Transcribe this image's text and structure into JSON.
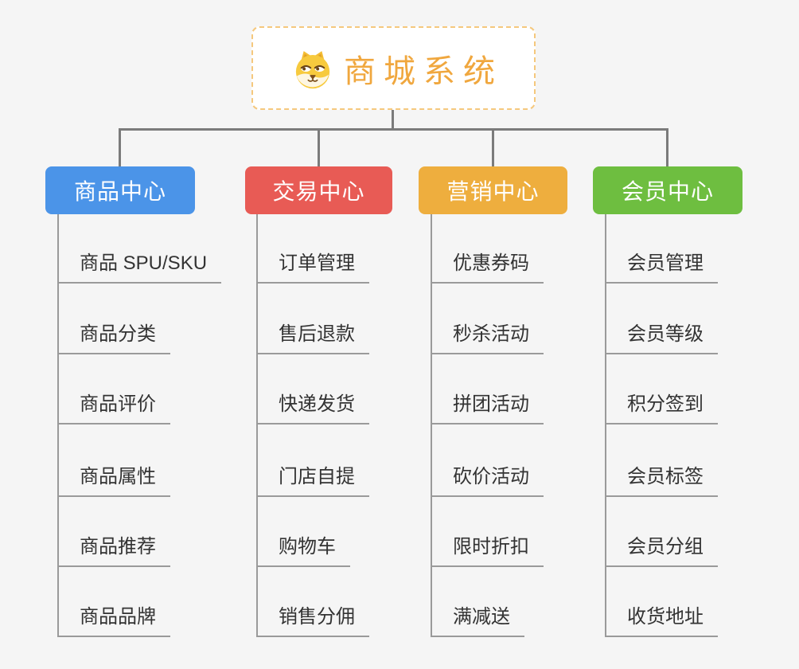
{
  "root": {
    "title": "商城系统",
    "icon": "dog-face-icon",
    "text_color": "#f0a73e",
    "border_color": "#f5c87d"
  },
  "branches": [
    {
      "label": "商品中心",
      "color": "#4b94e8",
      "children": [
        "商品 SPU/SKU",
        "商品分类",
        "商品评价",
        "商品属性",
        "商品推荐",
        "商品品牌"
      ]
    },
    {
      "label": "交易中心",
      "color": "#e85b55",
      "children": [
        "订单管理",
        "售后退款",
        "快递发货",
        "门店自提",
        "购物车",
        "销售分佣"
      ]
    },
    {
      "label": "营销中心",
      "color": "#eeae3e",
      "children": [
        "优惠券码",
        "秒杀活动",
        "拼团活动",
        "砍价活动",
        "限时折扣",
        "满减送"
      ]
    },
    {
      "label": "会员中心",
      "color": "#6ebe40",
      "children": [
        "会员管理",
        "会员等级",
        "积分签到",
        "会员标签",
        "会员分组",
        "收货地址"
      ]
    }
  ],
  "connectors": {
    "tree_line_color": "#7b7b7b",
    "child_line_color": "#9a9a9a"
  },
  "background_color": "#f5f5f5"
}
